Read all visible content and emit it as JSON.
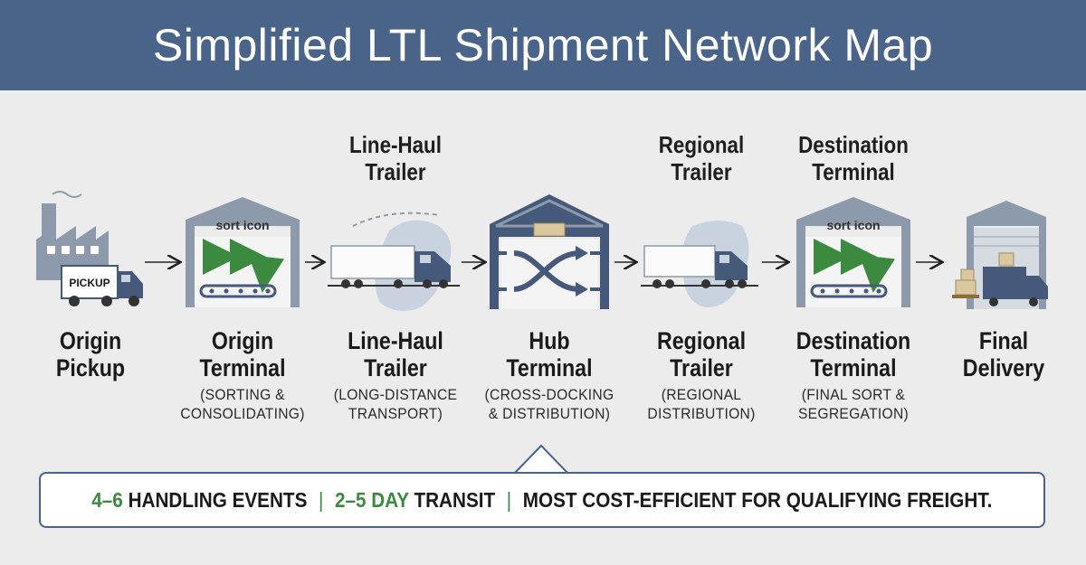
{
  "title": "Simplified LTL Shipment Network Map",
  "upper_labels": [
    {
      "id": "linehaul",
      "line1": "Line-Haul",
      "line2": "Trailer"
    },
    {
      "id": "regional",
      "line1": "Regional",
      "line2": "Trailer"
    },
    {
      "id": "destination",
      "line1": "Destination",
      "line2": "Terminal"
    }
  ],
  "icon_text": {
    "pickup": "PICKUP",
    "sort_icon_1": "sort icon",
    "sort_icon_2": "sort icon"
  },
  "stages": [
    {
      "title1": "Origin",
      "title2": "Pickup",
      "desc1": "",
      "desc2": ""
    },
    {
      "title1": "Origin",
      "title2": "Terminal",
      "desc1": "(SORTING &",
      "desc2": "CONSOLIDATING)"
    },
    {
      "title1": "Line-Haul",
      "title2": "Trailer",
      "desc1": "(LONG-DISTANCE",
      "desc2": "TRANSPORT)"
    },
    {
      "title1": "Hub",
      "title2": "Terminal",
      "desc1": "(CROSS-DOCKING",
      "desc2": "& DISTRIBUTION)"
    },
    {
      "title1": "Regional",
      "title2": "Trailer",
      "desc1": "(REGIONAL",
      "desc2": "DISTRIBUTION)"
    },
    {
      "title1": "Destination",
      "title2": "Terminal",
      "desc1": "(FINAL SORT &",
      "desc2": "SEGREGATION)"
    },
    {
      "title1": "Final",
      "title2": "Delivery",
      "desc1": "",
      "desc2": ""
    }
  ],
  "summary": {
    "part1_highlight": "4–6",
    "part1_rest": " HANDLING EVENTS",
    "part2_highlight": "2–5 DAY",
    "part2_rest": " TRANSIT",
    "part3": "MOST COST-EFFICIENT FOR QUALIFYING FREIGHT.",
    "separator": "|"
  },
  "colors": {
    "header": "#4a6489",
    "building": "#8d9aab",
    "truck_cab": "#45597a",
    "green_arrow": "#3c8a3f"
  }
}
